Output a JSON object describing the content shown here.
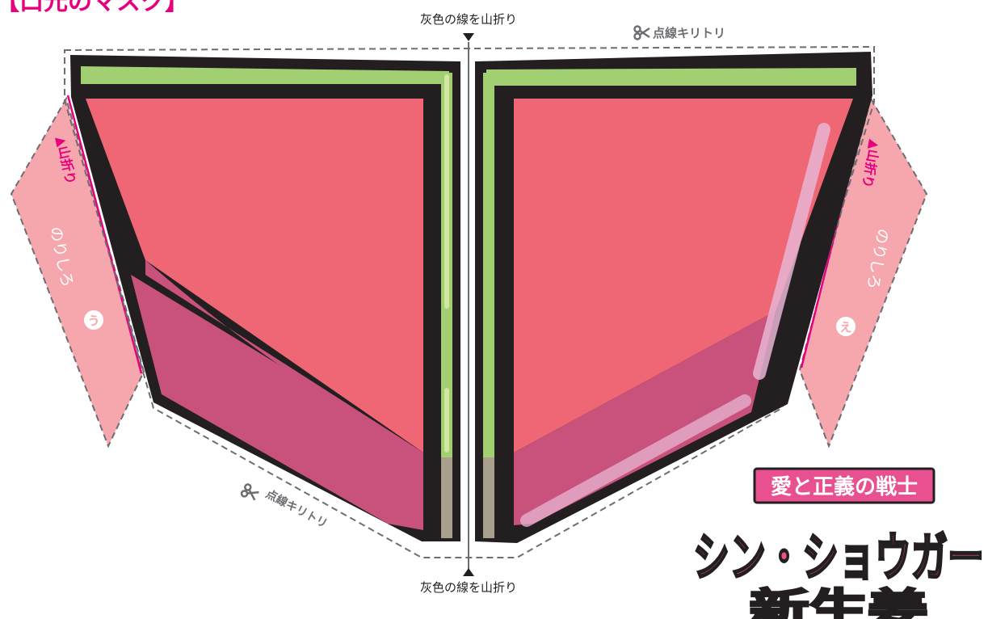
{
  "header": {
    "title_fragment": "【口元のマスク】"
  },
  "instructions": {
    "fold_top": "灰色の線を山折り",
    "fold_bottom": "灰色の線を山折り",
    "cut_top": "点線キリトリ",
    "cut_left": "点線キリトリ",
    "fold_left_tab": "▲山折り",
    "fold_right_tab": "▲山折り"
  },
  "tabs": {
    "left_label": "のりしろ",
    "left_badge": "う",
    "right_label": "のりしろ",
    "right_badge": "え"
  },
  "logo": {
    "banner": "愛と正義の戦士",
    "title": "シン・ショウガー",
    "subtitle": "新生姜"
  },
  "colors": {
    "outline": "#231f20",
    "face_pink": "#ef6675",
    "shadow_pink": "#c9527c",
    "green": "#a2cf72",
    "tab_pink": "#f5a7ad",
    "fold_magenta": "#e6007e",
    "dash_gray": "#6d6e71",
    "logo_pink": "#e8508f"
  },
  "icons": {
    "scissors": "scissors-icon",
    "arrow_down": "triangle-down-icon",
    "arrow_up": "triangle-up-icon"
  }
}
